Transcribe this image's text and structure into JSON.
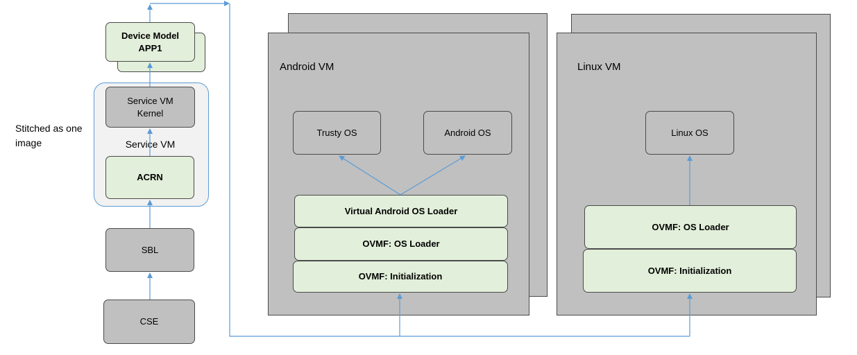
{
  "side_note": "Stitched as one image",
  "boot_chain": {
    "device_model": [
      "Device Model",
      "APP1"
    ],
    "service_vm_kernel": [
      "Service VM",
      "Kernel"
    ],
    "service_vm_label": "Service VM",
    "acrn": "ACRN",
    "sbl": "SBL",
    "cse": "CSE"
  },
  "android_vm": {
    "title": "Android VM",
    "trusty_os": "Trusty OS",
    "android_os": "Android OS",
    "loader": "Virtual Android OS Loader",
    "ovmf_loader": "OVMF: OS Loader",
    "ovmf_init": "OVMF: Initialization"
  },
  "linux_vm": {
    "title": "Linux VM",
    "linux_os": "Linux OS",
    "ovmf_loader": "OVMF: OS Loader",
    "ovmf_init": "OVMF: Initialization"
  },
  "colors": {
    "vm_fill": "#c0c0c0",
    "component_fill": "#e2efda",
    "service_vm_group_fill": "#f2f2f2",
    "service_vm_group_border": "#5b9bd5",
    "arrow": "#5b9bd5",
    "border": "#4a4a4a"
  }
}
